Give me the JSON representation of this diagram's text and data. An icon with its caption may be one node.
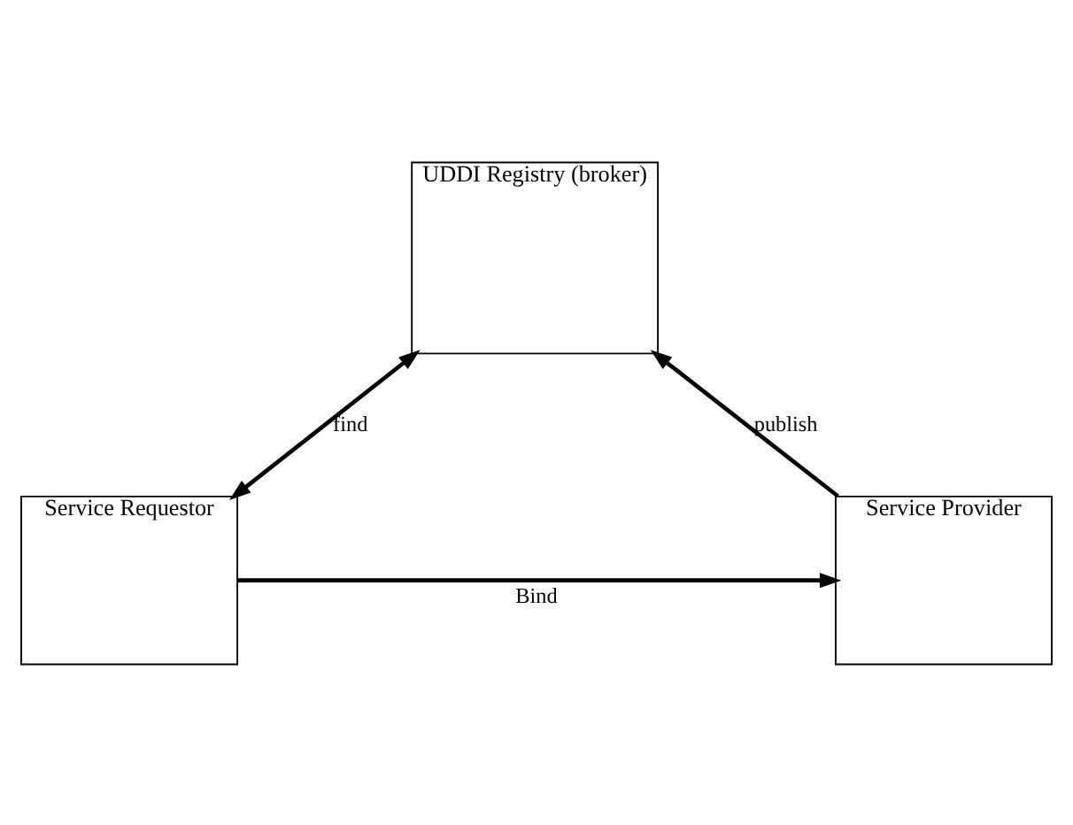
{
  "diagram": {
    "nodes": [
      {
        "text": [
          "UDDI Registry (broker)"
        ]
      },
      {
        "text": [
          "Service Requestor"
        ]
      },
      {
        "text": [
          "Service Provider"
        ]
      }
    ],
    "edges": [
      {
        "from": 1,
        "to": 0,
        "arrow": "both",
        "label": "find"
      },
      {
        "from": 2,
        "to": 0,
        "arrow": "to",
        "label": "publish"
      },
      {
        "from": 1,
        "to": 2,
        "arrow": "to",
        "label": "Bind"
      }
    ]
  }
}
